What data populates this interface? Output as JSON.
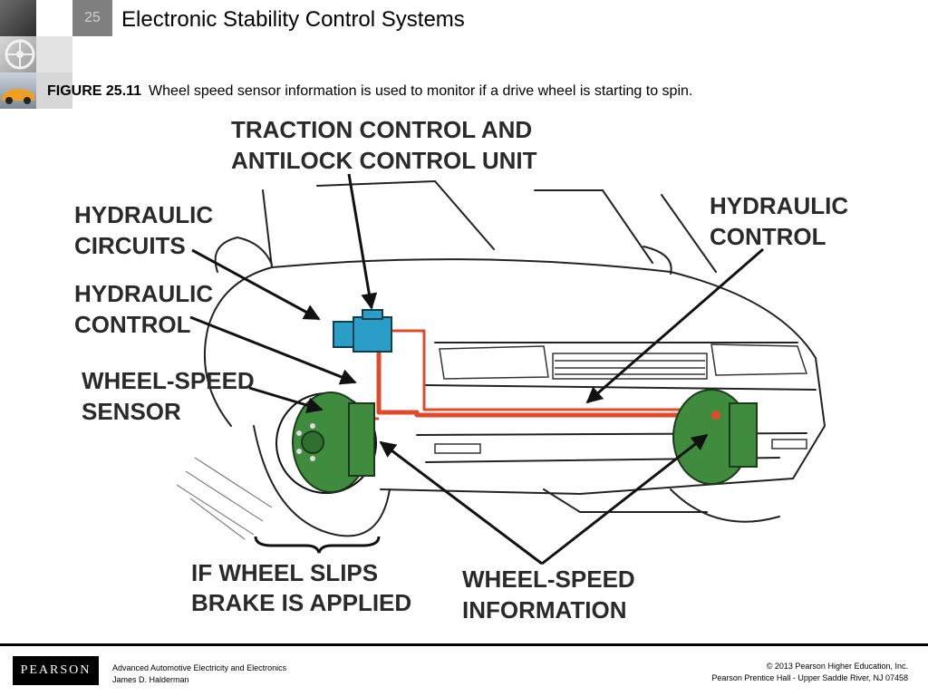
{
  "slide": {
    "number": "25",
    "title": "Electronic Stability Control Systems"
  },
  "caption": {
    "figure_id": "FIGURE 25.11",
    "text": "Wheel speed sensor information is used to monitor if a drive wheel is starting to spin."
  },
  "diagram": {
    "labels": {
      "traction_1": "TRACTION CONTROL AND",
      "traction_2": "ANTILOCK CONTROL UNIT",
      "hyd_circuits_1": "HYDRAULIC",
      "hyd_circuits_2": "CIRCUITS",
      "hyd_control_left_1": "HYDRAULIC",
      "hyd_control_left_2": "CONTROL",
      "hyd_control_right_1": "HYDRAULIC",
      "hyd_control_right_2": "CONTROL",
      "sensor_1": "WHEEL-SPEED",
      "sensor_2": "SENSOR",
      "slips_1": "IF WHEEL SLIPS",
      "slips_2": "BRAKE IS APPLIED",
      "info_1": "WHEEL-SPEED",
      "info_2": "INFORMATION"
    },
    "colors": {
      "brake_line": "#e04a2a",
      "control_unit": "#2b9ec8",
      "brake_assembly": "#3f8c3f"
    }
  },
  "footer": {
    "logo": "PEARSON",
    "book_title": "Advanced Automotive Electricity and Electronics",
    "author": "James D. Halderman",
    "copyright": "© 2013  Pearson Higher Education, Inc.",
    "publisher": "Pearson Prentice Hall - Upper Saddle River, NJ 07458"
  }
}
